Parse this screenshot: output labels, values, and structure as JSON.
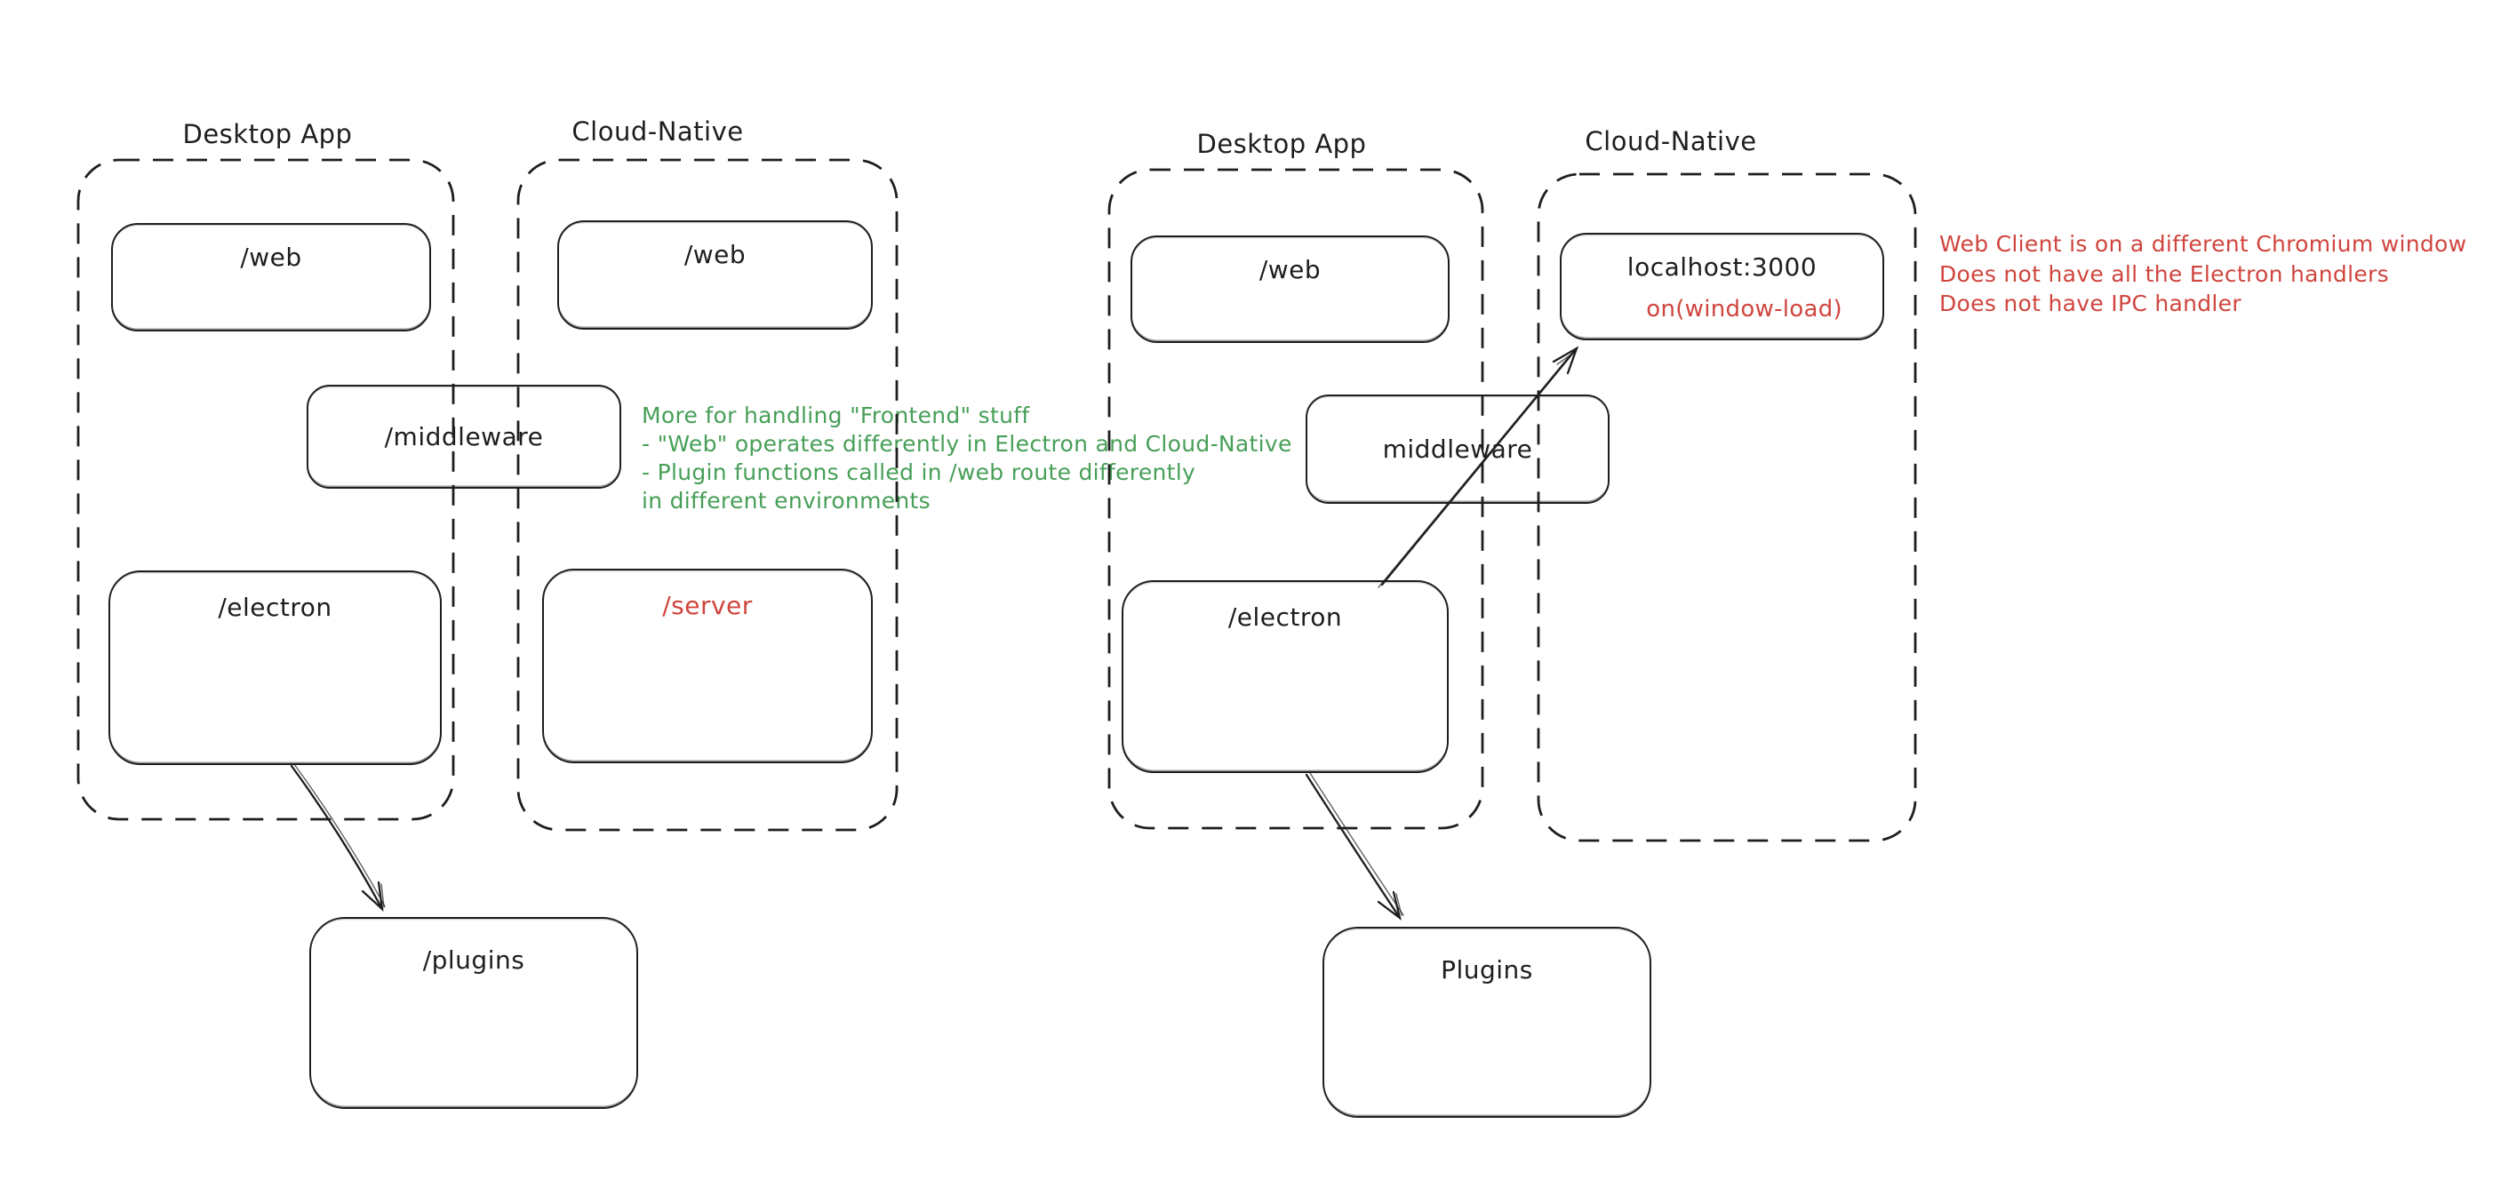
{
  "palette": {
    "ink": "#1e1e1e",
    "red": "#d0453e",
    "green": "#479f58",
    "background": "#ffffff"
  },
  "left_diagram": {
    "desktop_group_label": "Desktop App",
    "cloud_group_label": "Cloud-Native",
    "desktop_web_box_label": "/web",
    "cloud_web_box_label": "/web",
    "middleware_box_label": "/middleware",
    "electron_box_label": "/electron",
    "server_box_label": "/server",
    "plugins_box_label": "/plugins",
    "green_note_lines": [
      "More for handling \"Frontend\" stuff",
      "- \"Web\" operates differently in Electron and Cloud-Native",
      "- Plugin functions called in /web route differently",
      "in different environments"
    ]
  },
  "right_diagram": {
    "desktop_group_label": "Desktop App",
    "cloud_group_label": "Cloud-Native",
    "desktop_web_box_label": "/web",
    "localhost_box_title": "localhost:3000",
    "localhost_box_event": "on(window-load)",
    "middleware_box_label": "middleware",
    "electron_box_label": "/electron",
    "plugins_box_label": "Plugins",
    "red_note_lines": [
      "Web Client is on a different Chromium window",
      "Does not have all the Electron handlers",
      "Does not have IPC handler"
    ]
  }
}
